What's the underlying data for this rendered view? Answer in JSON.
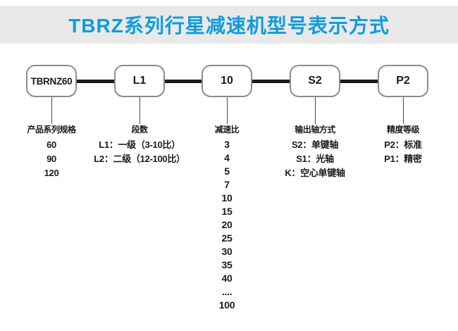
{
  "header": {
    "title": "TBRZ系列行星减速机型号表示方式"
  },
  "colors": {
    "title_blue": "#109cdb",
    "banner_bg": "#e9e9e9",
    "line_black": "#1a1a1a",
    "box_border": "#8c8c8c"
  },
  "columns": [
    {
      "code": "TBRNZ60",
      "heading": "产品系列规格",
      "items": [
        "60",
        "90",
        "120"
      ]
    },
    {
      "code": "L1",
      "heading": "段数",
      "items": [
        "L1：一级（3-10比）",
        "L2：二级（12-100比）"
      ]
    },
    {
      "code": "10",
      "heading": "减速比",
      "items": [
        "3",
        "4",
        "5",
        "7",
        "10",
        "15",
        "20",
        "25",
        "30",
        "35",
        "40",
        "....",
        "100"
      ]
    },
    {
      "code": "S2",
      "heading": "输出轴方式",
      "items": [
        "S2：单键轴",
        "S1：光轴",
        "K：空心单键轴"
      ]
    },
    {
      "code": "P2",
      "heading": "精度等级",
      "items": [
        "P2：标准",
        "P1：精密"
      ]
    }
  ]
}
